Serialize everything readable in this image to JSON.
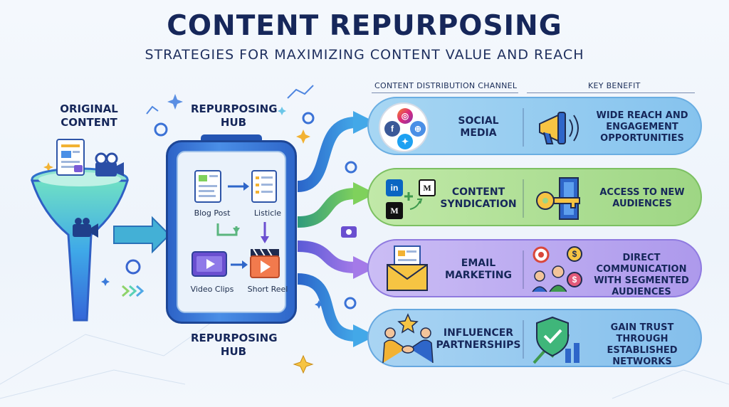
{
  "header": {
    "title": "CONTENT REPURPOSING",
    "subtitle": "STRATEGIES FOR MAXIMIZING CONTENT VALUE AND REACH"
  },
  "left": {
    "original_content": "ORIGINAL\nCONTENT",
    "hub_top": "REPURPOSING\nHUB",
    "hub_bottom": "REPURPOSING\nHUB"
  },
  "hub": {
    "items": [
      "Blog Post",
      "Listicle",
      "Video Clips",
      "Short Reel"
    ]
  },
  "columns": {
    "channel": "CONTENT DISTRIBUTION CHANNEL",
    "benefit": "KEY BENEFIT"
  },
  "rows": [
    {
      "channel": "SOCIAL\nMEDIA",
      "benefit": "WIDE REACH AND\nENGAGEMENT\nOPPORTUNITIES",
      "color": "#8fc8ef"
    },
    {
      "channel": "CONTENT\nSYNDICATION",
      "benefit": "ACCESS TO NEW\nAUDIENCES",
      "color": "#a9dd8f"
    },
    {
      "channel": "EMAIL\nMARKETING",
      "benefit": "DIRECT COMMUNICATION\nWITH SEGMENTED\nAUDIENCES",
      "color": "#b9a8ef"
    },
    {
      "channel": "INFLUENCER\nPARTNERSHIPS",
      "benefit": "GAIN TRUST THROUGH\nESTABLISHED\nNETWORKS",
      "color": "#8fc4ec"
    }
  ],
  "icons": {
    "linkedin": "in",
    "medium": "M",
    "dollar": "$"
  }
}
